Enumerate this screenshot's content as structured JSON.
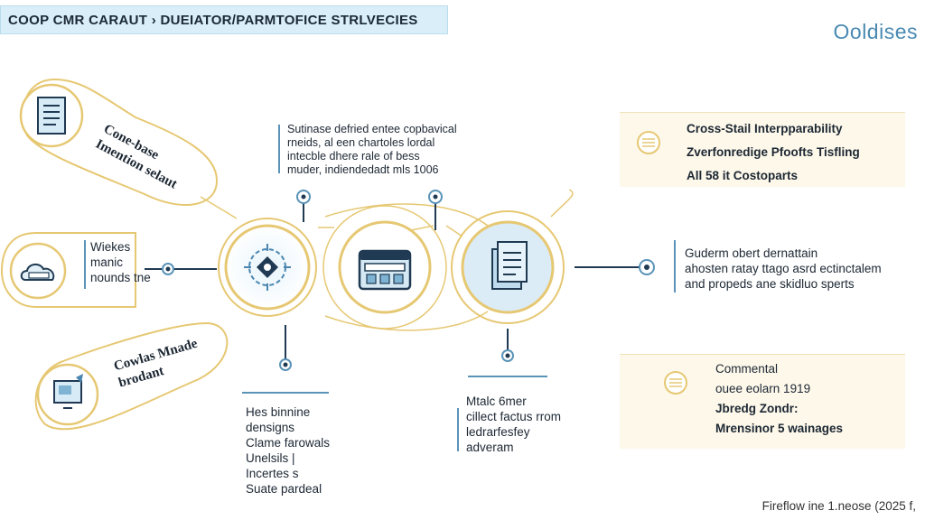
{
  "header": {
    "title": "COOP CMR CARAUT › DUEIATOR/PARMTOFICE STRLVECIES",
    "brand": "Ooldises"
  },
  "left_nodes": [
    {
      "label_lines": [
        "Cone-base",
        "Imention selaut"
      ],
      "icon": "document-icon"
    },
    {
      "label_lines": [
        "Wiekes",
        "manic",
        "nounds tne"
      ],
      "icon": "cloud-icon"
    },
    {
      "label_lines": [
        "Cowlas Mnade",
        "brodant"
      ],
      "icon": "monitor-icon"
    }
  ],
  "top_center_text": [
    "Sutinase defried entee copbavical",
    "rneids, al een chartoles lordal",
    "intecble dhere rale of bess",
    "muder, indiendedadt mls 1006"
  ],
  "bottom_left_text": [
    "Hes binnine",
    "densigns",
    "Clame farowals",
    "Unelsils |",
    "Incertes s",
    "Suate pardeal"
  ],
  "bottom_center_text": [
    "Mtalc 6mer",
    "cillect factus rrom",
    "ledrarfesfey",
    "adveram"
  ],
  "right_top_panel": [
    "Cross-Stail Interpparability",
    "Zverfonredige Pfoofts Tisfling",
    "All 58 it Costoparts"
  ],
  "right_mid_text": [
    "Guderm obert dernattain",
    "ahosten ratay ttago asrd ectinctalem",
    "and propeds ane skidluo sperts"
  ],
  "right_bottom_panel": [
    "Commental",
    "ouee eolarn 1919",
    "Jbredg Zondr:",
    "Mrensinor 5 wainages"
  ],
  "center_nodes": [
    {
      "icon": "process-hub-icon"
    },
    {
      "icon": "browser-window-icon"
    },
    {
      "icon": "document-stack-icon"
    }
  ],
  "footer": "Fireflow ine 1.neose (2025 f,",
  "colors": {
    "gold": "#e6c873",
    "blue": "#5a93b8",
    "pale_gold": "#fdf8ea",
    "title_bg": "#d9eef8"
  }
}
